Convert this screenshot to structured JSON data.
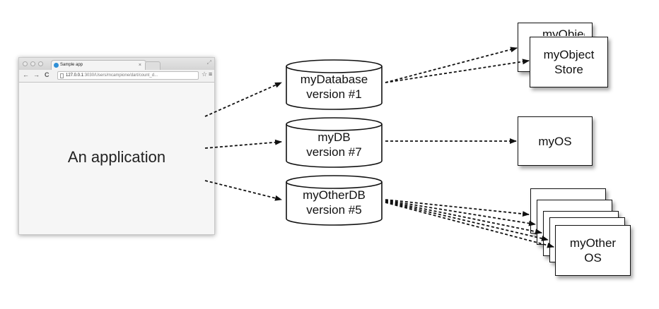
{
  "browser": {
    "tab_title": "Sample app",
    "tab_close": "×",
    "url_host": "127.0.0.1",
    "url_rest": ":3030/Users/mcampione/dart/count_d...",
    "back_glyph": "←",
    "forward_glyph": "→",
    "reload_glyph": "C",
    "star_glyph": "☆",
    "menu_glyph": "≡",
    "resize_glyph": "⤢",
    "content_text": "An application"
  },
  "databases": [
    {
      "name": "myDatabase",
      "version": "version #1"
    },
    {
      "name": "myDB",
      "version": "version #7"
    },
    {
      "name": "myOtherDB",
      "version": "version #5"
    }
  ],
  "object_stores": {
    "db1": {
      "label_line1": "myObject",
      "label_line2": "Store",
      "back_peek_text": "myObject",
      "count": 2
    },
    "db2": {
      "label_line1": "myOS",
      "label_line2": "",
      "count": 1
    },
    "db3": {
      "label_line1": "myOther",
      "label_line2": "OS",
      "count": 5
    }
  },
  "icons": [
    "traffic-light-icon",
    "favicon-icon",
    "close-icon",
    "back-arrow-icon",
    "forward-arrow-icon",
    "reload-icon",
    "page-icon",
    "star-icon",
    "menu-icon",
    "resize-icon"
  ]
}
